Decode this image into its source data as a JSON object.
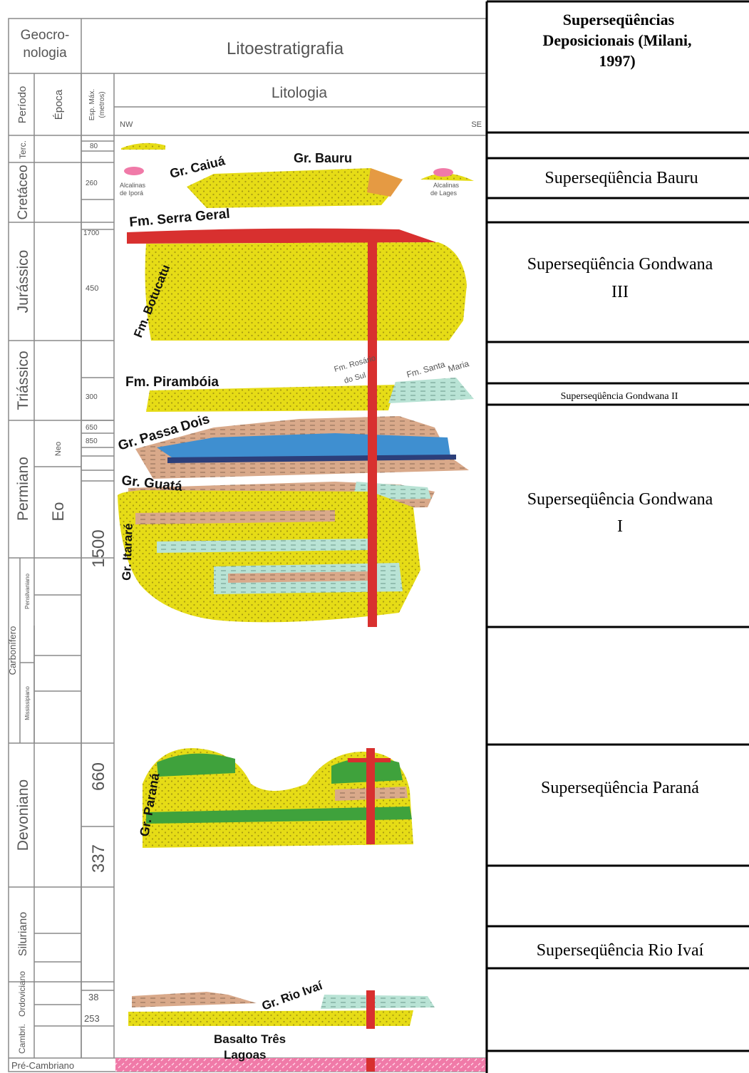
{
  "header": {
    "geocronologia": [
      "Geocro-",
      "nologia"
    ],
    "litoestratigrafia": "Litoestratigrafia",
    "periodo": "Período",
    "epoca": "Época",
    "esp_max": [
      "Esp. Máx.",
      "(metros)"
    ],
    "litologia": "Litologia",
    "nw": "NW",
    "se": "SE"
  },
  "periods": {
    "terc": "Terc.",
    "cretaceo": "Cretáceo",
    "jurassico": "Jurássico",
    "triassico": "Triássico",
    "permiano": "Permiano",
    "carbonifero": "Carbonífero",
    "pensilvaniano": "Pensilvaniano",
    "mississipiano": "Mississipiano",
    "devoniano": "Devoniano",
    "siluriano": "Siluriano",
    "ordoviciano": "Ordoviciano",
    "cambriano": "Cambri.",
    "pre_cambriano": "Pré-Cambriano"
  },
  "epochs": {
    "neo": "Neo",
    "eo": "Eo"
  },
  "thicknesses": {
    "t80": "80",
    "t260": "260",
    "t1700": "1700",
    "t450": "450",
    "t300": "300",
    "t650": "650",
    "t850": "850",
    "t1500": "1500",
    "t660": "660",
    "t337": "337",
    "t38": "38",
    "t253": "253"
  },
  "units": {
    "caiua": "Gr. Caiuá",
    "bauru": "Gr. Bauru",
    "alc_ipora": [
      "Alcalinas",
      "de Iporá"
    ],
    "alc_lages": [
      "Alcalinas",
      "de Lages"
    ],
    "serra_geral": "Fm. Serra Geral",
    "botucatu": "Fm. Botucatu",
    "piramboia": "Fm. Pirambóia",
    "rosario": [
      "Fm. Rosário",
      "do Sul"
    ],
    "santa_maria": [
      "Fm. Santa",
      "Maria"
    ],
    "passa_dois": "Gr. Passa Dois",
    "guata": "Gr. Guatá",
    "itarare": "Gr. Itararé",
    "parana": "Gr. Paraná",
    "rio_ivai": "Gr. Rio Ivaí",
    "basalto": [
      "Basalto Três",
      "Lagoas"
    ]
  },
  "supersequences": {
    "title": [
      "Superseqüências",
      "Deposicionais (Milani,",
      "1997)"
    ],
    "bauru": "Superseqüência Bauru",
    "gondwana_iii": [
      "Superseqüência Gondwana",
      "III"
    ],
    "gondwana_ii": "Superseqüência Gondwana II",
    "gondwana_i": [
      "Superseqüência Gondwana",
      "I"
    ],
    "parana": "Superseqüência Paraná",
    "rio_ivai": "Superseqüência Rio Ivaí"
  },
  "colors": {
    "sandstone": "#e6dc16",
    "basalt": "#d8302f",
    "shale_tan": "#d9a98a",
    "blue": "#3f8fd0",
    "cyan_shale": "#b9e3d5",
    "green": "#3fa23c",
    "precambrian": "#f07aa8",
    "orange": "#e59a43"
  }
}
